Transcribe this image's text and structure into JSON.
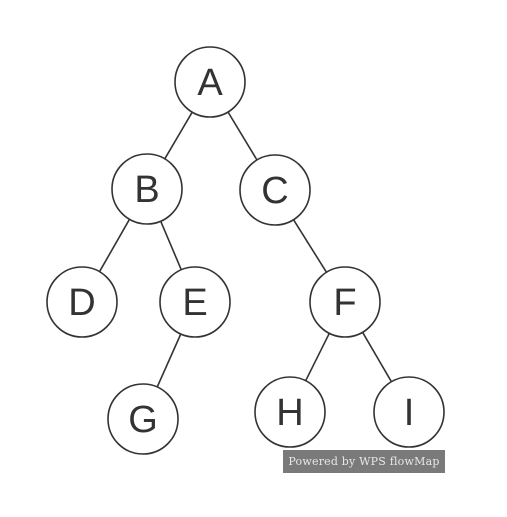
{
  "tree": {
    "nodes": [
      {
        "id": "A",
        "label": "A"
      },
      {
        "id": "B",
        "label": "B"
      },
      {
        "id": "C",
        "label": "C"
      },
      {
        "id": "D",
        "label": "D"
      },
      {
        "id": "E",
        "label": "E"
      },
      {
        "id": "F",
        "label": "F"
      },
      {
        "id": "G",
        "label": "G"
      },
      {
        "id": "H",
        "label": "H"
      },
      {
        "id": "I",
        "label": "I"
      }
    ],
    "edges": [
      {
        "from": "A",
        "to": "B"
      },
      {
        "from": "A",
        "to": "C"
      },
      {
        "from": "B",
        "to": "D"
      },
      {
        "from": "B",
        "to": "E"
      },
      {
        "from": "E",
        "to": "G"
      },
      {
        "from": "C",
        "to": "F"
      },
      {
        "from": "F",
        "to": "H"
      },
      {
        "from": "F",
        "to": "I"
      }
    ]
  },
  "watermark": {
    "text": "Powered by WPS flowMap"
  }
}
